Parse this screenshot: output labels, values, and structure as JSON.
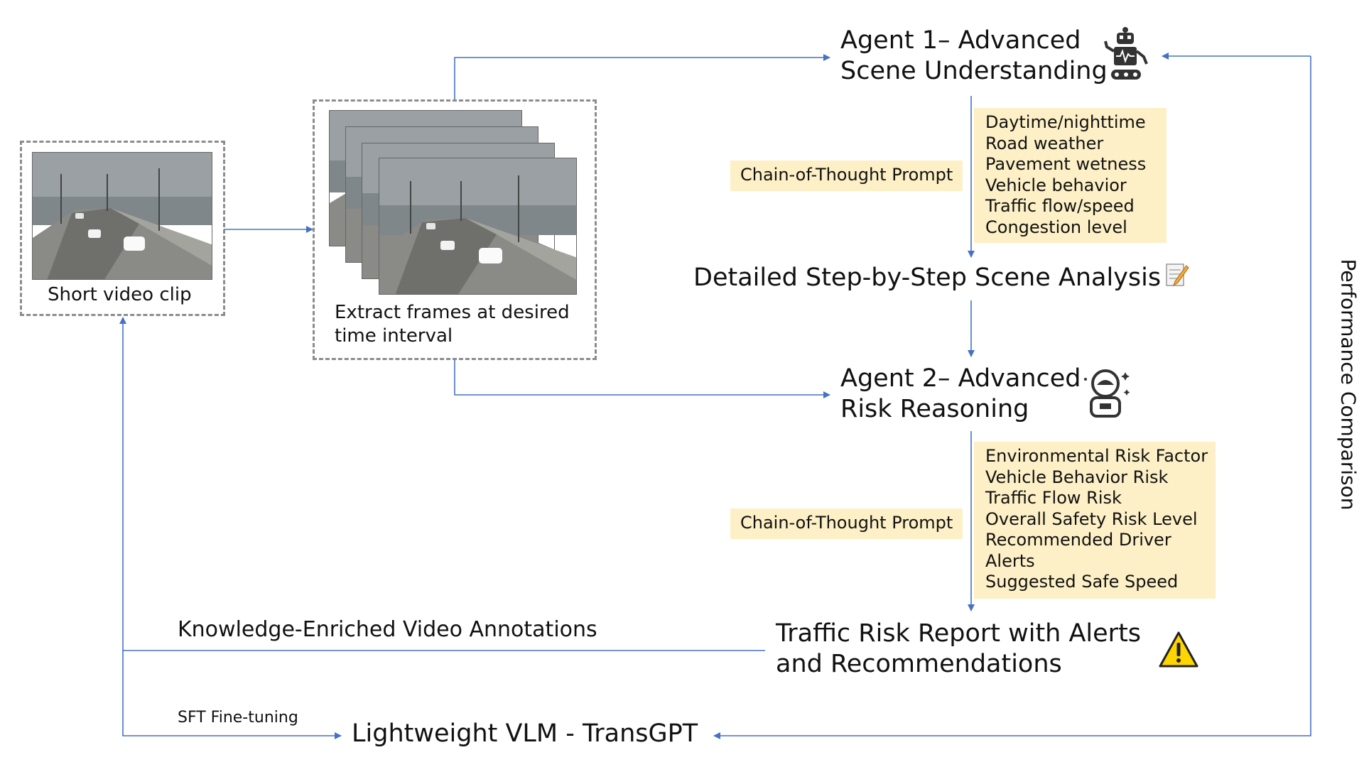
{
  "video_clip": {
    "caption": "Short video clip"
  },
  "frames": {
    "caption_line1": "Extract frames at desired",
    "caption_line2": "time interval"
  },
  "agent1": {
    "line1": "Agent 1– Advanced",
    "line2": "Scene Understanding",
    "icon": "robot-icon"
  },
  "cot_prompt_1": "Chain-of-Thought Prompt",
  "scene_factors": [
    "Daytime/nighttime",
    "Road weather",
    "Pavement wetness",
    "Vehicle behavior",
    "Traffic flow/speed",
    "Congestion level"
  ],
  "scene_analysis": {
    "label": "Detailed Step-by-Step Scene Analysis",
    "icon": "memo-icon"
  },
  "agent2": {
    "line1": "Agent 2– Advanced",
    "line2": "Risk Reasoning",
    "icon": "astronaut-icon"
  },
  "cot_prompt_2": "Chain-of-Thought Prompt",
  "risk_factors": [
    "Environmental Risk Factor",
    "Vehicle Behavior Risk",
    "Traffic Flow Risk",
    "Overall Safety Risk Level",
    "Recommended Driver",
    "Alerts",
    "Suggested Safe Speed"
  ],
  "report": {
    "line1": "Traffic Risk Report with Alerts",
    "line2": "and Recommendations",
    "icon": "warning-icon"
  },
  "annotations_label": "Knowledge-Enriched Video Annotations",
  "sft_label": "SFT Fine-tuning",
  "vlm_label": "Lightweight VLM - TransGPT",
  "performance_label": "Performance Comparison",
  "colors": {
    "arrow": "#4472c4",
    "highlight": "#fdf0c6",
    "dashed_border": "#8c8c8c",
    "warning": "#ffd500"
  }
}
